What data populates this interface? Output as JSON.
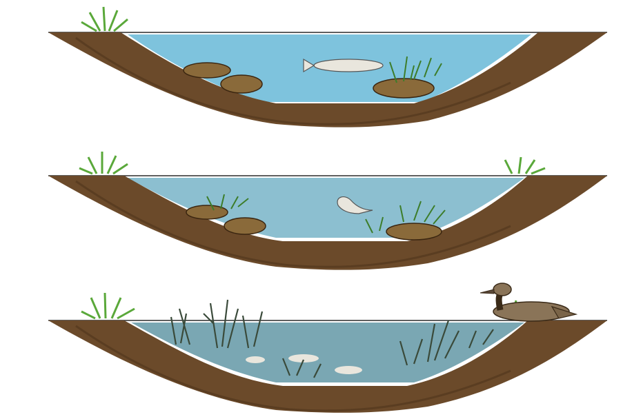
{
  "diagram": {
    "description_visible_text": "",
    "panels": [
      {
        "stage": 1,
        "water_color": "#7ec3dd",
        "has_fish": true,
        "has_duck": false,
        "plant_density": "low"
      },
      {
        "stage": 2,
        "water_color": "#8cbfd0",
        "has_fish": true,
        "has_duck": false,
        "plant_density": "medium"
      },
      {
        "stage": 3,
        "water_color": "#7aa7b3",
        "has_fish": false,
        "has_duck": true,
        "plant_density": "high"
      }
    ],
    "colors": {
      "soil": "#6b4a2a",
      "soil_dark": "#4a3018",
      "grass": "#5aa83a",
      "rock": "#8a6a3a",
      "fish": "#e9e6dd",
      "duck": "#8a7458"
    }
  }
}
